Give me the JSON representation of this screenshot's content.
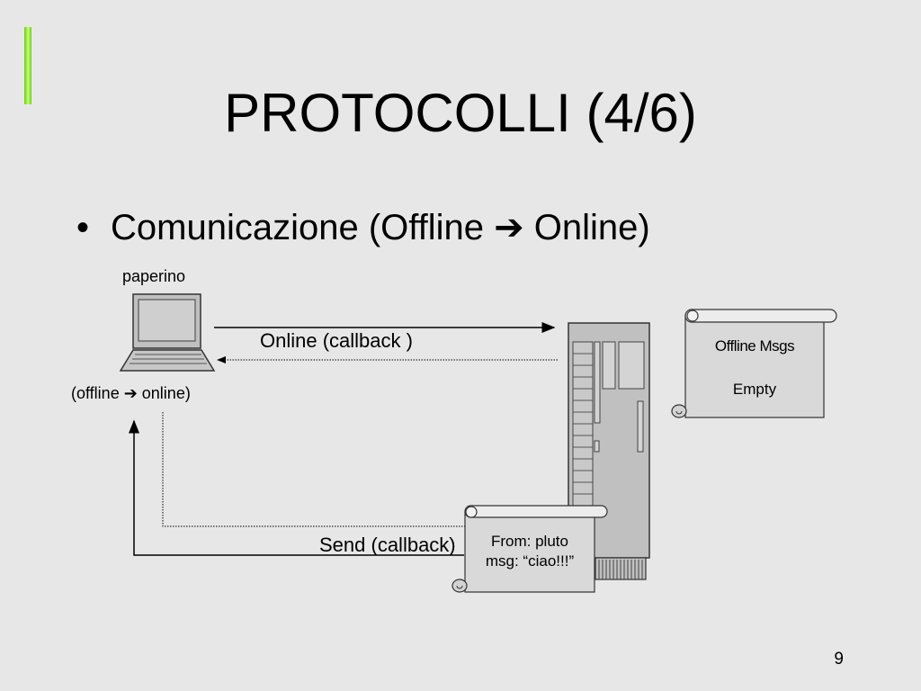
{
  "slide": {
    "title": "PROTOCOLLI (4/6)",
    "bullet": "Comunicazione (Offline ➔ Online)",
    "page_number": "9"
  },
  "diagram": {
    "client_name": "paperino",
    "client_state": "(offline ➔ online)",
    "online_label": "Online (callback )",
    "send_label": "Send (callback)",
    "offline_scroll": {
      "title": "Offline Msgs",
      "content": "Empty"
    },
    "message_scroll": {
      "from": "From: pluto",
      "msg": "msg: “ciao!!!”"
    }
  }
}
